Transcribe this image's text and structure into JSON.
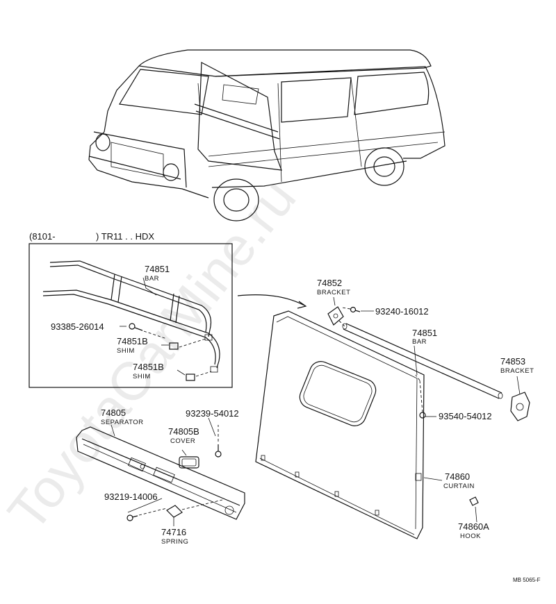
{
  "header": {
    "applicability": "(8101-",
    "model": ") TR11 . . HDX"
  },
  "parts": [
    {
      "id": "bar-inset",
      "number": "74851",
      "label": "BAR"
    },
    {
      "id": "bolt-inset",
      "number": "93385-26014",
      "label": ""
    },
    {
      "id": "shim-1",
      "number": "74851B",
      "label": "SHIM"
    },
    {
      "id": "shim-2",
      "number": "74851B",
      "label": "SHIM"
    },
    {
      "id": "separator",
      "number": "74805",
      "label": "SEPARATOR"
    },
    {
      "id": "screw-separator",
      "number": "93239-54012",
      "label": ""
    },
    {
      "id": "cover",
      "number": "74805B",
      "label": "COVER"
    },
    {
      "id": "screw-lower",
      "number": "93219-14006",
      "label": ""
    },
    {
      "id": "spring",
      "number": "74716",
      "label": "SPRING"
    },
    {
      "id": "bracket-top",
      "number": "74852",
      "label": "BRACKET"
    },
    {
      "id": "screw-bracket",
      "number": "93240-16012",
      "label": ""
    },
    {
      "id": "bar-main",
      "number": "74851",
      "label": "BAR"
    },
    {
      "id": "bracket-right",
      "number": "74853",
      "label": "BRACKET"
    },
    {
      "id": "screw-curtain",
      "number": "93540-54012",
      "label": ""
    },
    {
      "id": "curtain",
      "number": "74860",
      "label": "CURTAIN"
    },
    {
      "id": "hook",
      "number": "74860A",
      "label": "HOOK"
    }
  ],
  "diagram_code": "MB 5065-F",
  "watermark": "ToyotaCarMine.ru"
}
